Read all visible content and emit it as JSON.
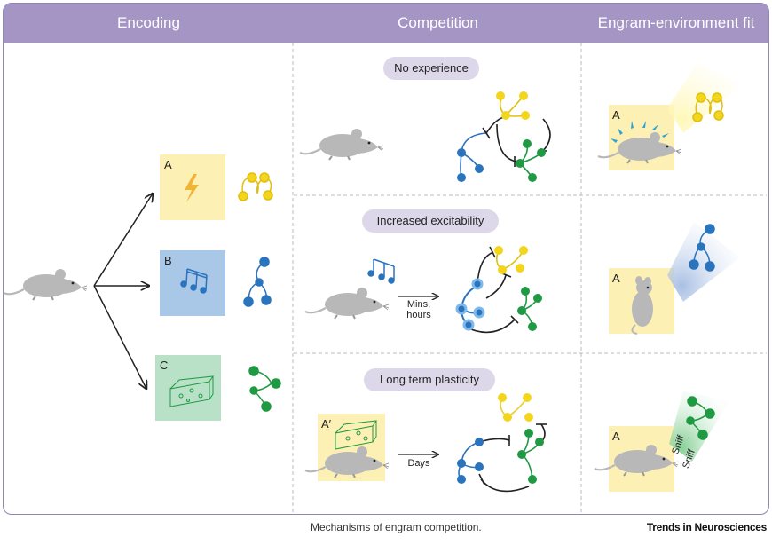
{
  "header": {
    "col1": "Encoding",
    "col2": "Competition",
    "col3": "Engram-environment fit"
  },
  "encoding": {
    "label_a": "A",
    "label_b": "B",
    "label_c": "C"
  },
  "competition": {
    "row1_pill": "No experience",
    "row2_pill": "Increased excitability",
    "row3_pill": "Long term plasticity",
    "row2_arrow_label": "Mins,\nhours",
    "row3_arrow_label": "Days",
    "row3_box_label": "A′"
  },
  "fit": {
    "label_r1": "A",
    "label_r2": "A",
    "label_r3": "A",
    "sniff1": "Sniff",
    "sniff2": "Sniff"
  },
  "caption": "Mechanisms of engram competition.",
  "journal": "Trends in Neurosciences",
  "colors": {
    "header": "#a495c4",
    "pill": "#ddd8e9",
    "yellow_box": "#fdf0b5",
    "blue_box": "#a9c7e6",
    "green_box": "#b8e1c8",
    "yellow_neuron": "#f3d51c",
    "blue_neuron": "#2a74bd",
    "green_neuron": "#1f9a43",
    "mouse": "#b8b8b8"
  }
}
